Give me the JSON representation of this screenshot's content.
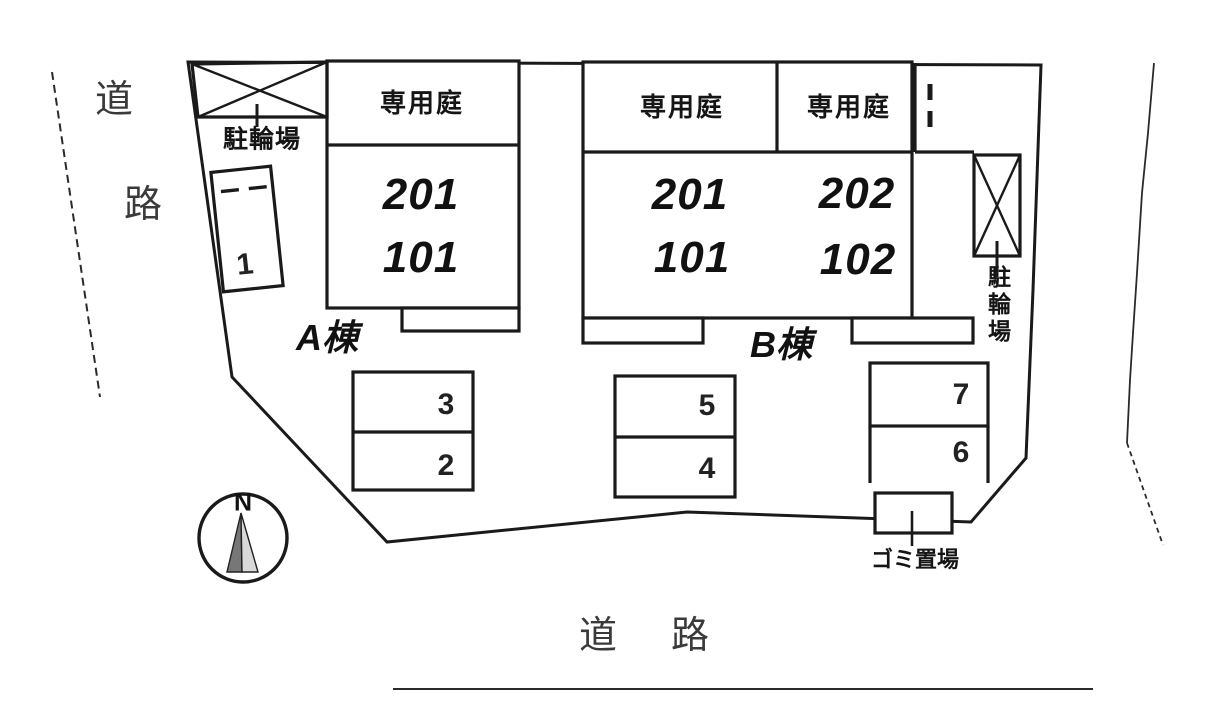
{
  "site_plan": {
    "road_left": {
      "char_top": "道",
      "char_bottom": "路"
    },
    "road_bottom": {
      "char_left": "道",
      "char_right": "路"
    },
    "building_a": {
      "name": "A棟",
      "garden": "専用庭",
      "unit_201": "201",
      "unit_101": "101"
    },
    "building_b": {
      "name": "B棟",
      "garden_left": "専用庭",
      "garden_right": "専用庭",
      "unit_201": "201",
      "unit_202": "202",
      "unit_101": "101",
      "unit_102": "102"
    },
    "bicycle_left_label": "駐輪場",
    "bicycle_right_label": "駐輪場",
    "garbage_label": "ゴミ置場",
    "parking_spaces": [
      "1",
      "2",
      "3",
      "4",
      "5",
      "6",
      "7"
    ],
    "compass_north": "N"
  },
  "colors": {
    "background": "#ffffff",
    "line": "#1a1a1a",
    "text": "#151515",
    "number_text": "#222222",
    "road_text": "#3a3a3a",
    "compass_needle_dark": "#777777",
    "compass_needle_light": "#d9d9d9"
  }
}
